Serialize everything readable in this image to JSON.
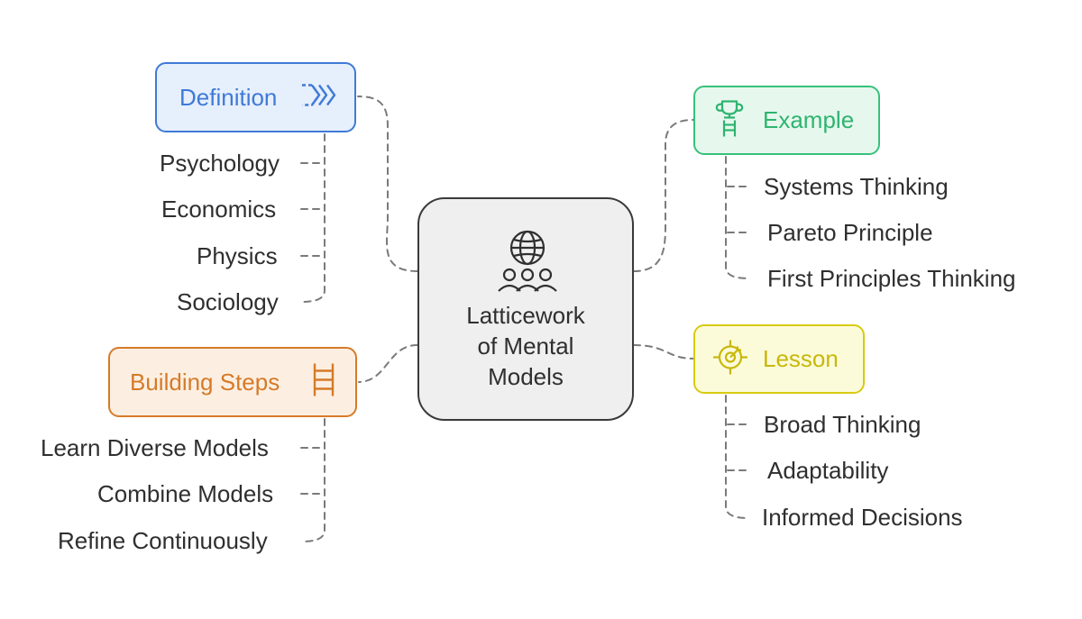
{
  "center": {
    "title_lines": [
      "Latticework",
      "of Mental",
      "Models"
    ],
    "icons": [
      "globe-icon",
      "people-group-icon"
    ]
  },
  "branches": {
    "definition": {
      "label": "Definition",
      "icon": "chevrons-right-icon",
      "color": "#3f7ad6",
      "items": [
        "Psychology",
        "Economics",
        "Physics",
        "Sociology"
      ]
    },
    "building_steps": {
      "label": "Building Steps",
      "icon": "ladder-icon",
      "color": "#d67a28",
      "items": [
        "Learn Diverse Models",
        "Combine Models",
        "Refine Continuously"
      ]
    },
    "example": {
      "label": "Example",
      "icon": "trophy-ladder-icon",
      "color": "#37c17b",
      "items": [
        "Systems Thinking",
        "Pareto Principle",
        "First Principles Thinking"
      ]
    },
    "lesson": {
      "label": "Lesson",
      "icon": "target-icon",
      "color": "#d8ca12",
      "items": [
        "Broad Thinking",
        "Adaptability",
        "Informed Decisions"
      ]
    }
  }
}
